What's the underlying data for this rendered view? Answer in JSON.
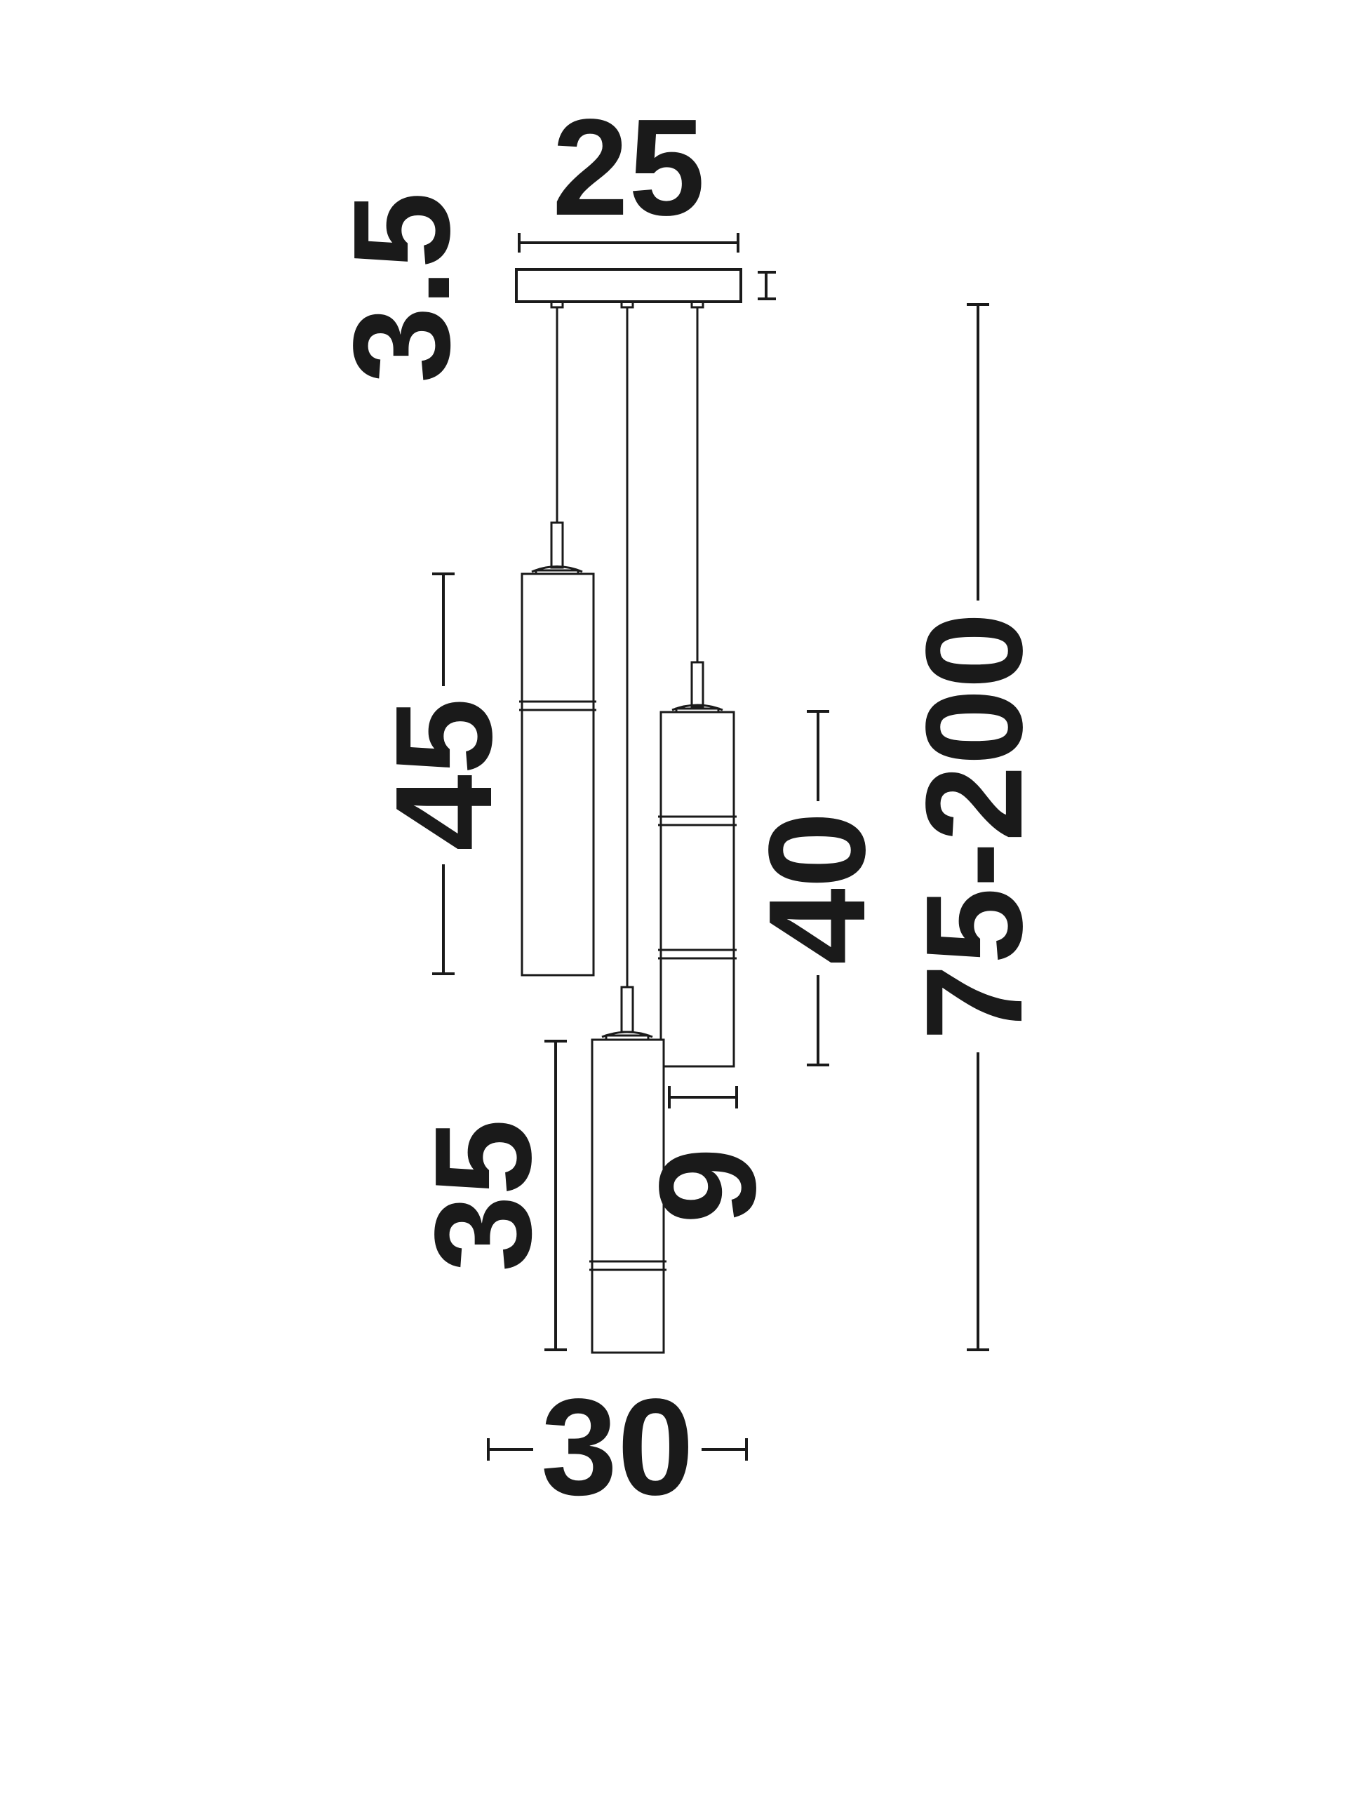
{
  "dimensions": {
    "canopy_width": "25",
    "canopy_height": "3.5",
    "shade_height_left": "45",
    "shade_height_right": "40",
    "shade_height_center": "35",
    "shade_diameter": "9",
    "total_width": "30",
    "total_height": "75-200"
  },
  "colors": {
    "ink": "#1a1a1a",
    "background": "#ffffff"
  }
}
